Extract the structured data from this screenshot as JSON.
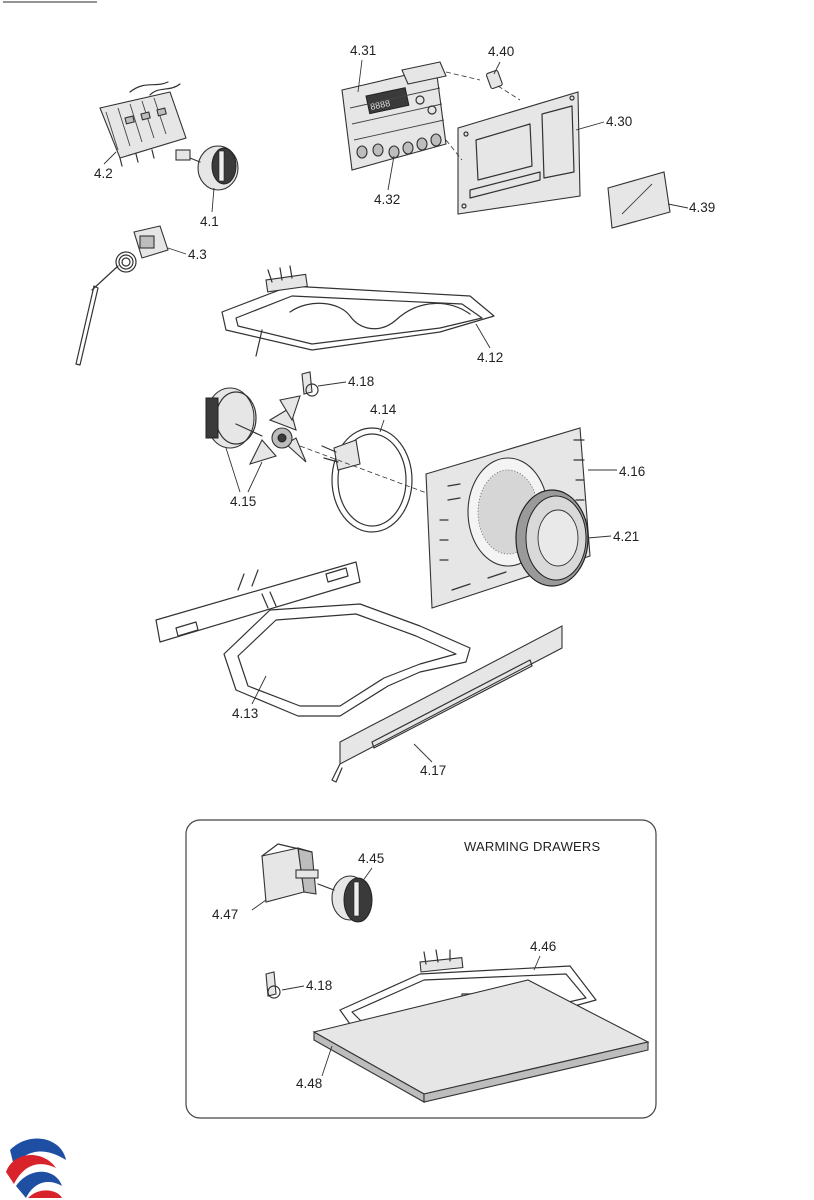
{
  "parts": {
    "p4_31": "4.31",
    "p4_40": "4.40",
    "p4_30": "4.30",
    "p4_32": "4.32",
    "p4_39": "4.39",
    "p4_2": "4.2",
    "p4_1": "4.1",
    "p4_3": "4.3",
    "p4_12": "4.12",
    "p4_18": "4.18",
    "p4_14": "4.14",
    "p4_15": "4.15",
    "p4_16": "4.16",
    "p4_21": "4.21",
    "p4_13": "4.13",
    "p4_17": "4.17"
  },
  "warming_drawers": {
    "title": "WARMING DRAWERS",
    "p4_45": "4.45",
    "p4_47": "4.47",
    "p4_46": "4.46",
    "p4_18": "4.18",
    "p4_48": "4.48"
  },
  "logo": {
    "icon": "swirl-logo-icon",
    "colors": [
      "#1f4fa3",
      "#d8232a"
    ]
  }
}
